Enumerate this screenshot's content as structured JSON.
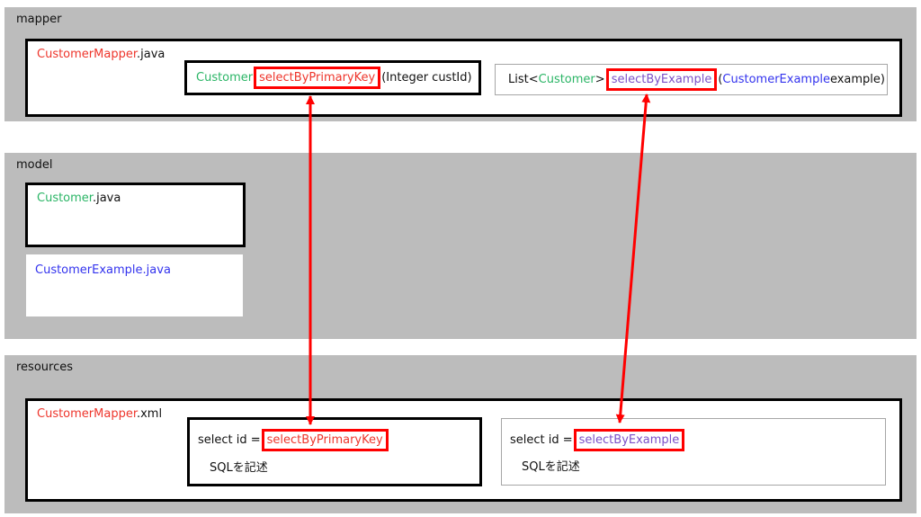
{
  "colors": {
    "panel_bg": "#bcbcbc",
    "highlight_red": "#ff0000",
    "text_red": "#ee352b",
    "text_green": "#2bb566",
    "text_purple": "#7b50c8",
    "text_blue": "#3333ee",
    "text_black": "#111111",
    "thin_border_gray": "#a6a6a6"
  },
  "mapper_panel": {
    "label": "mapper",
    "file_box": {
      "name": "CustomerMapper",
      "ext": ".java"
    },
    "method_primary": {
      "return_type": "Customer",
      "method_name": "selectByPrimaryKey",
      "params": "(Integer custId)"
    },
    "method_example": {
      "return_prefix": "List<",
      "return_type": "Customer",
      "return_suffix": ">",
      "method_name": "selectByExample",
      "param_open": "(",
      "param_type": "CustomerExample",
      "param_rest": " example)"
    }
  },
  "model_panel": {
    "label": "model",
    "customer_file": {
      "name": "Customer",
      "ext": ".java"
    },
    "example_file": {
      "name": "CustomerExample.java"
    }
  },
  "resources_panel": {
    "label": "resources",
    "file_box": {
      "name": "CustomerMapper",
      "ext": ".xml"
    },
    "select_primary": {
      "prefix": "select id =",
      "id": "selectByPrimaryKey",
      "note": "SQLを記述"
    },
    "select_example": {
      "prefix": "select id =",
      "id": "selectByExample",
      "note": "SQLを記述"
    }
  }
}
